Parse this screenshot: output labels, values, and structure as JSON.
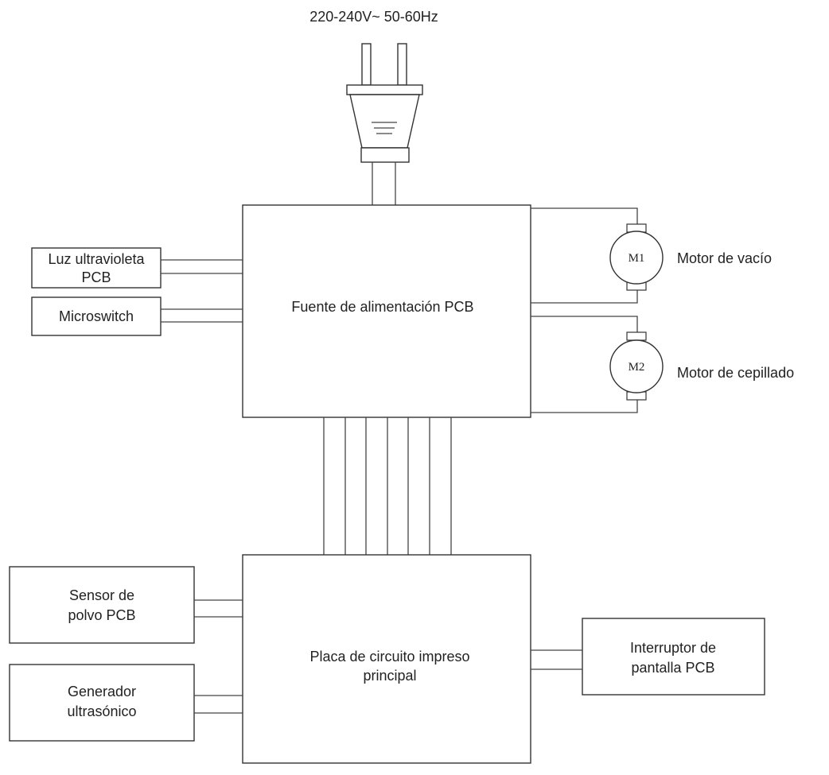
{
  "supply": {
    "label": "220-240V~ 50-60Hz"
  },
  "power_pcb": {
    "label": "Fuente de alimentación PCB"
  },
  "main_pcb": {
    "lines": [
      "Placa de circuito impreso",
      "principal"
    ]
  },
  "uv_light": {
    "lines": [
      "Luz ultravioleta",
      "PCB"
    ]
  },
  "microswitch": {
    "label": "Microswitch"
  },
  "dust_sensor": {
    "lines": [
      "Sensor de",
      "polvo PCB"
    ]
  },
  "ultrasonic": {
    "lines": [
      "Generador",
      "ultrasónico"
    ]
  },
  "display_switch": {
    "lines": [
      "Interruptor de",
      "pantalla PCB"
    ]
  },
  "motor_vacuum": {
    "symbol": "M1",
    "label": "Motor de vacío"
  },
  "motor_brush": {
    "symbol": "M2",
    "label": "Motor de cepillado"
  }
}
